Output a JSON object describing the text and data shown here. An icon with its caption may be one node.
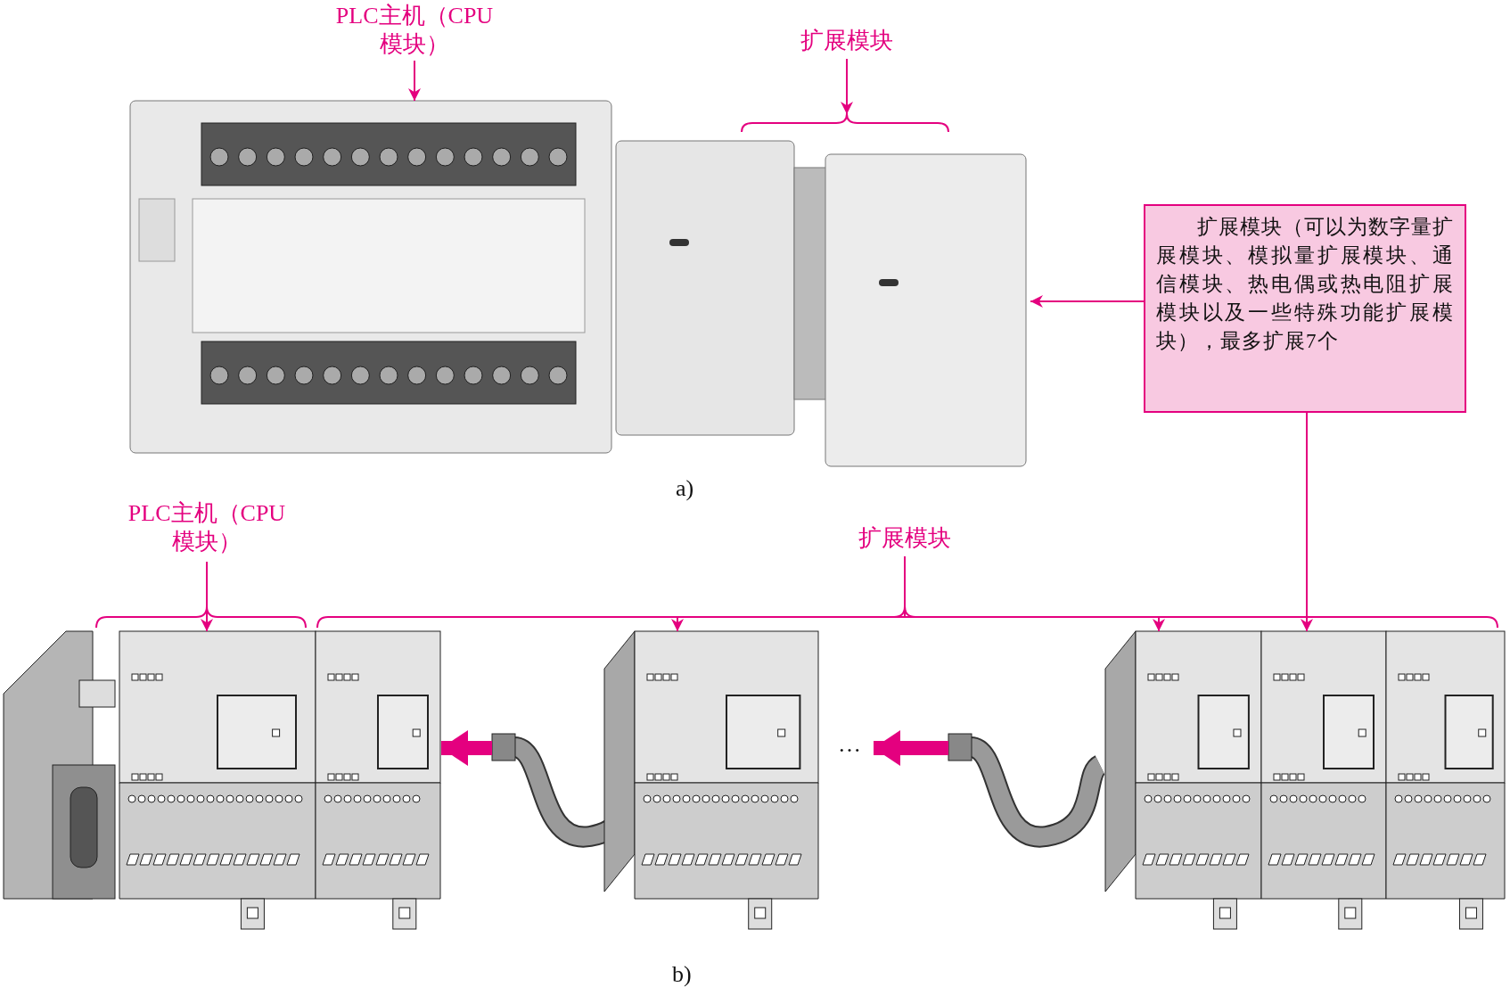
{
  "diagram": {
    "nodes": [
      {
        "text": [
          "PLC主机（CPU模块）"
        ]
      },
      {
        "text": [
          "扩展模块"
        ]
      },
      {
        "text": [
          "扩展模块（可以为数字量扩展模块、模拟量扩展模块、通信模块、热电偶或热电阻扩展模块以及一些特殊功能扩展模块），最多扩展7个"
        ]
      },
      {
        "text": [],
        "shape": "picture"
      },
      {
        "text": [],
        "shape": "picture"
      },
      {
        "text": [
          "PLC主机（CPU模块）"
        ]
      },
      {
        "text": [
          "扩展模块"
        ]
      },
      {
        "text": [],
        "shape": "picture"
      },
      {
        "text": [],
        "shape": "picture"
      },
      {
        "text": [],
        "shape": "picture"
      }
    ],
    "edges": [
      {
        "from": 0,
        "to": 3,
        "arrow": "to"
      },
      {
        "from": 1,
        "to": 4,
        "arrow": "to"
      },
      {
        "from": 2,
        "to": 4,
        "arrow": "to"
      },
      {
        "from": 2,
        "to": 9,
        "arrow": "to"
      },
      {
        "from": 5,
        "to": 7,
        "arrow": "to"
      },
      {
        "from": 6,
        "to": 8,
        "arrow": "to"
      },
      {
        "from": 6,
        "to": 9,
        "arrow": "to"
      },
      {
        "from": 8,
        "to": 7,
        "arrow": "to",
        "style": "thick"
      },
      {
        "from": 9,
        "to": 8,
        "arrow": "to",
        "style": "thick"
      }
    ],
    "labels": [
      "a)",
      "…",
      "b)"
    ]
  }
}
